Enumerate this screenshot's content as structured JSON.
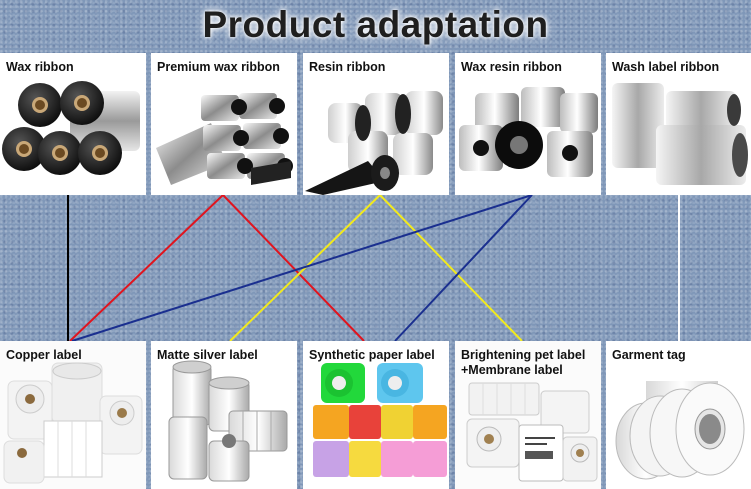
{
  "title": "Product adaptation",
  "ribbons": [
    {
      "label": "Wax ribbon"
    },
    {
      "label": "Premium wax ribbon"
    },
    {
      "label": "Resin ribbon"
    },
    {
      "label": "Wax resin ribbon"
    },
    {
      "label": "Wash label ribbon"
    }
  ],
  "labels": [
    {
      "label": "Copper label"
    },
    {
      "label": "Matte silver label"
    },
    {
      "label": "Synthetic paper label"
    },
    {
      "label": "Brightening pet label",
      "label2": "+Membrane label"
    },
    {
      "label": "Garment tag"
    }
  ],
  "connections": [
    {
      "from": "Wax ribbon",
      "to": "Copper label",
      "color": "#000000"
    },
    {
      "from": "Premium wax ribbon",
      "to": "Copper label",
      "color": "#e0141e"
    },
    {
      "from": "Premium wax ribbon",
      "to": "Synthetic paper label",
      "color": "#e0141e"
    },
    {
      "from": "Resin ribbon",
      "to": "Matte silver label",
      "color": "#f2ea1c"
    },
    {
      "from": "Resin ribbon",
      "to": "Brightening pet label +Membrane label",
      "color": "#f2ea1c"
    },
    {
      "from": "Wax resin ribbon",
      "to": "Copper label",
      "color": "#1a2f8f"
    },
    {
      "from": "Wax resin ribbon",
      "to": "Synthetic paper label",
      "color": "#1a2f8f"
    },
    {
      "from": "Wash label ribbon",
      "to": "Garment tag",
      "color": "#ffffff"
    }
  ]
}
